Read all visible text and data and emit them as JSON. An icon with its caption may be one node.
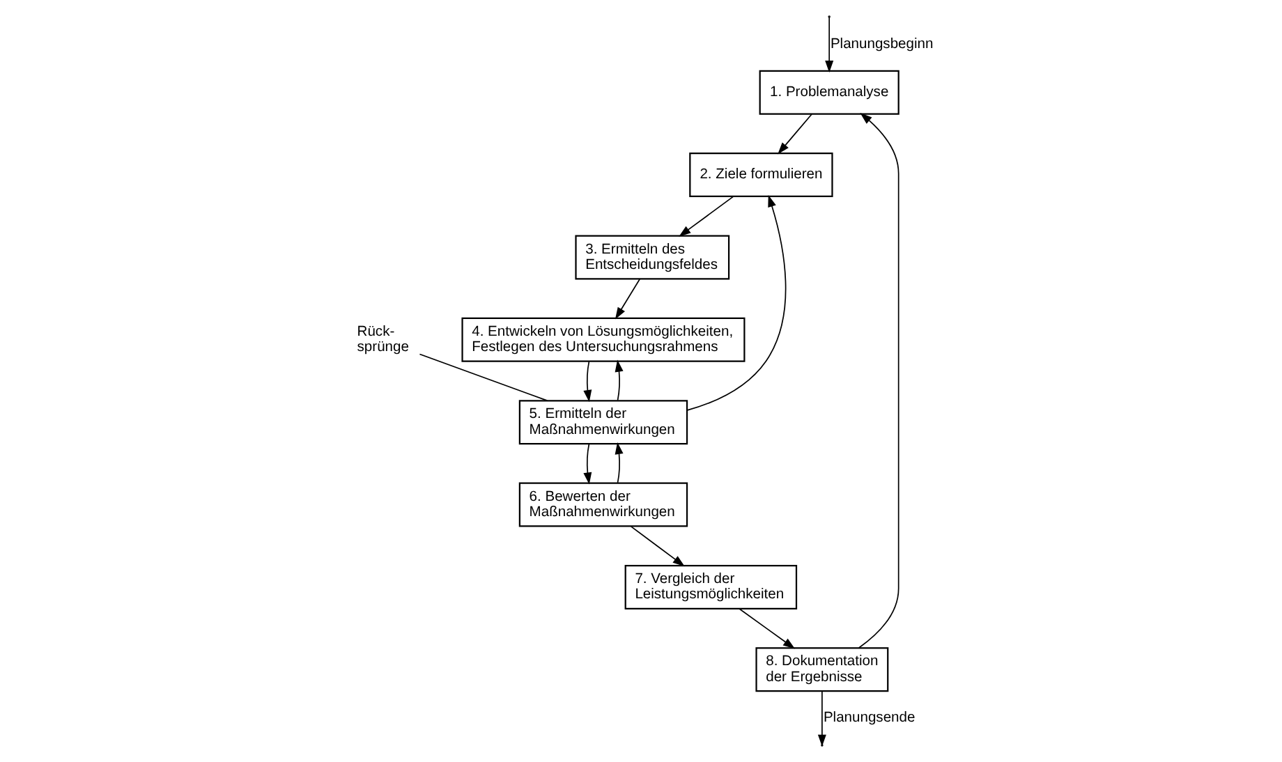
{
  "diagram": {
    "nodes": [
      {
        "text": [
          "1. Problemanalyse"
        ]
      },
      {
        "text": [
          "2. Ziele formulieren"
        ]
      },
      {
        "text": [
          "3. Ermitteln des Entscheidungsfeldes"
        ]
      },
      {
        "text": [
          "4. Entwickeln von Lösungsmöglichkeiten, Festlegen des Untersuchungsrahmens"
        ]
      },
      {
        "text": [
          "5. Ermitteln der Maßnahmenwirkungen"
        ]
      },
      {
        "text": [
          "6. Bewerten der Maßnahmenwirkungen"
        ]
      },
      {
        "text": [
          "7. Vergleich der Leistungsmöglichkeiten"
        ]
      },
      {
        "text": [
          "8. Dokumentation der Ergebnisse"
        ]
      },
      {
        "text": [
          "Rück- sprünge"
        ]
      }
    ],
    "edges": [
      {
        "from": 0,
        "to": 1,
        "arrow": "to"
      },
      {
        "from": 1,
        "to": 2,
        "arrow": "to"
      },
      {
        "from": 2,
        "to": 3,
        "arrow": "to"
      },
      {
        "from": 3,
        "to": 4,
        "arrow": "to"
      },
      {
        "from": 4,
        "to": 5,
        "arrow": "to"
      },
      {
        "from": 5,
        "to": 6,
        "arrow": "to"
      },
      {
        "from": 6,
        "to": 7,
        "arrow": "to"
      },
      {
        "from": 7,
        "to": 0,
        "arrow": "to"
      },
      {
        "from": 4,
        "to": 3,
        "arrow": "to"
      },
      {
        "from": 4,
        "to": 1,
        "arrow": "to"
      },
      {
        "from": 5,
        "to": 4,
        "arrow": "to"
      },
      {
        "from": 8,
        "to": 4,
        "arrow": "none"
      },
      {
        "from": null,
        "to": 0,
        "arrow": "to",
        "label": "Planungsbeginn"
      },
      {
        "from": 7,
        "to": null,
        "arrow": "to",
        "label": "Planungsende"
      }
    ]
  }
}
